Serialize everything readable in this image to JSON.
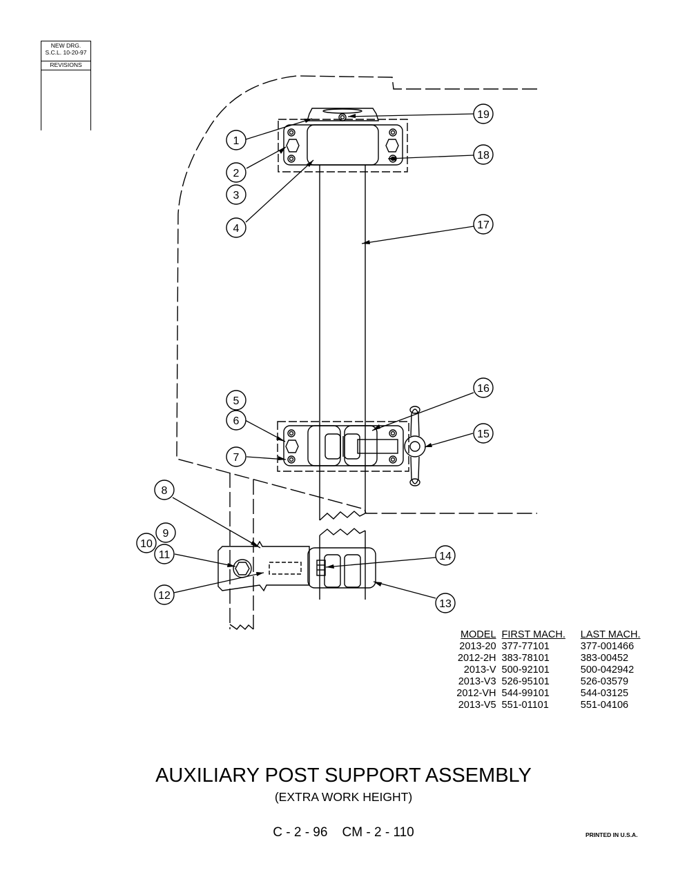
{
  "revision_block": {
    "line1": "NEW DRG.",
    "line2": "S.C.L. 10-20-97",
    "label": "REVISIONS"
  },
  "callouts": [
    {
      "n": "1"
    },
    {
      "n": "2"
    },
    {
      "n": "3"
    },
    {
      "n": "4"
    },
    {
      "n": "5"
    },
    {
      "n": "6"
    },
    {
      "n": "7"
    },
    {
      "n": "8"
    },
    {
      "n": "9"
    },
    {
      "n": "10"
    },
    {
      "n": "11"
    },
    {
      "n": "12"
    },
    {
      "n": "13"
    },
    {
      "n": "14"
    },
    {
      "n": "15"
    },
    {
      "n": "16"
    },
    {
      "n": "17"
    },
    {
      "n": "18"
    },
    {
      "n": "19"
    }
  ],
  "table": {
    "headers": [
      "MODEL",
      "FIRST MACH.",
      "LAST MACH."
    ],
    "rows": [
      [
        "2013-20",
        "377-77101",
        "377-001466"
      ],
      [
        "2012-2H",
        "383-78101",
        "383-00452"
      ],
      [
        "2013-V",
        "500-92101",
        "500-042942"
      ],
      [
        "2013-V3",
        "526-95101",
        "526-03579"
      ],
      [
        "2012-VH",
        "544-99101",
        "544-03125"
      ],
      [
        "2013-V5",
        "551-01101",
        "551-04106"
      ]
    ]
  },
  "title": "AUXILIARY POST SUPPORT ASSEMBLY",
  "subtitle": "(EXTRA WORK HEIGHT)",
  "ref": "C - 2 - 96    CM - 2 - 110",
  "printed": "PRINTED IN U.S.A."
}
